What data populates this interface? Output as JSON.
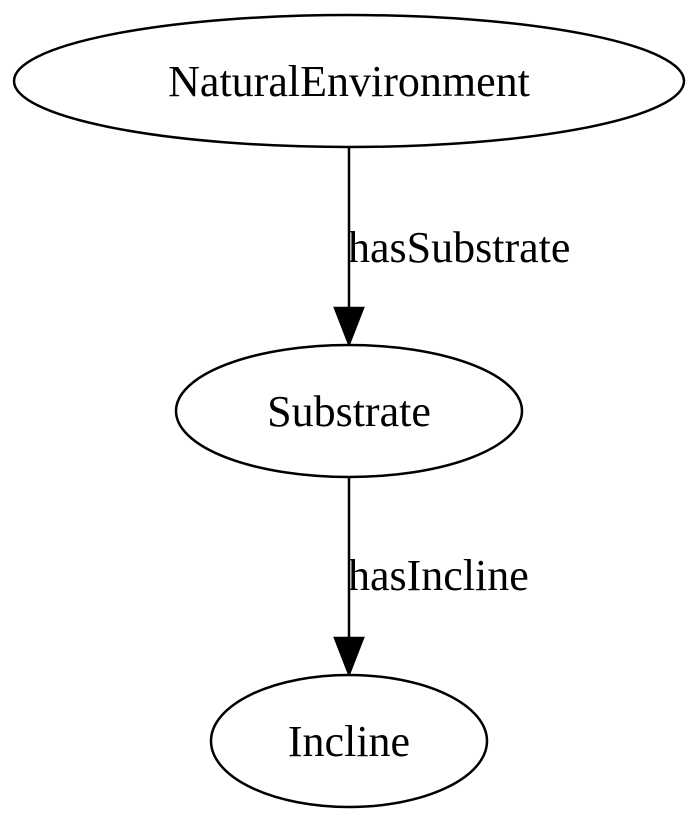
{
  "nodes": {
    "natural_environment": "NaturalEnvironment",
    "substrate": "Substrate",
    "incline": "Incline"
  },
  "edges": {
    "has_substrate": "hasSubstrate",
    "has_incline": "hasIncline"
  }
}
